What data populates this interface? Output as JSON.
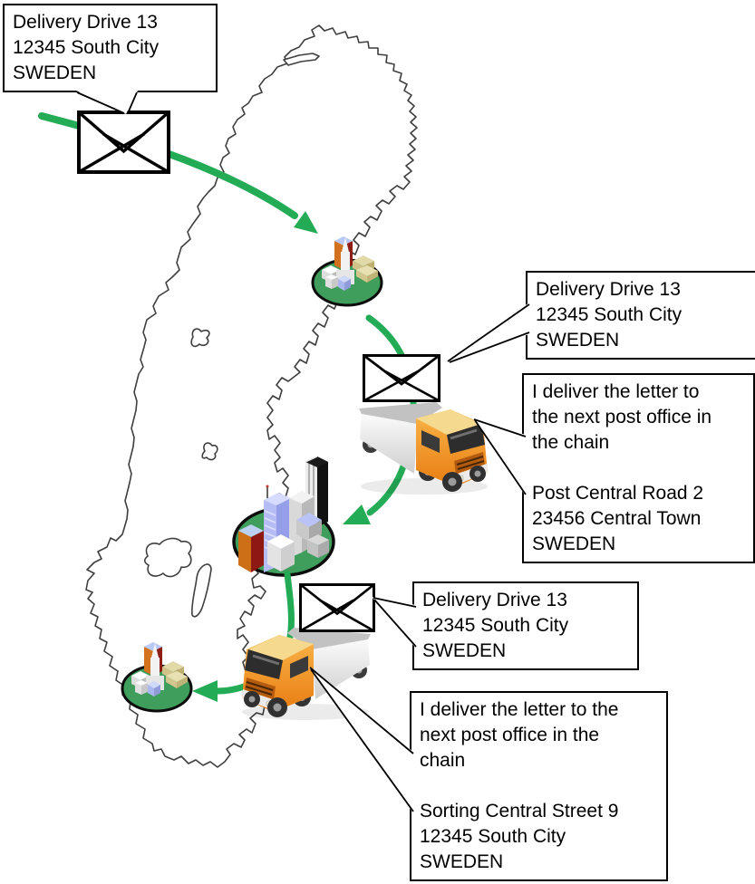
{
  "colors": {
    "arrow_green": "#23AB55",
    "city_ground_green": "#3F9E5B",
    "truck_orange": "#F29A2E",
    "map_outline_gray": "#3F3F3F",
    "callout_border": "#000000",
    "callout_background": "#FFFFFF"
  },
  "icons": {
    "envelope": "envelope-icon",
    "truck": "delivery-truck-icon",
    "city": "city-icon",
    "map": "sweden-map-outline",
    "arrow": "route-arrow-icon"
  },
  "callouts": {
    "origin_address": {
      "lines": [
        "Delivery Drive 13",
        "12345 South City",
        "SWEDEN"
      ]
    },
    "truck1_letter_address": {
      "lines": [
        "Delivery Drive 13",
        "12345 South City",
        "SWEDEN"
      ]
    },
    "truck1_speech": {
      "lines": [
        "I deliver the letter to",
        "the next post office in",
        "the chain",
        "",
        "Post Central Road 2",
        "23456 Central Town",
        "SWEDEN"
      ]
    },
    "truck2_letter_address": {
      "lines": [
        "Delivery Drive 13",
        "12345 South City",
        "SWEDEN"
      ]
    },
    "truck2_speech": {
      "lines": [
        "I deliver the letter to the",
        "next post office in the",
        "chain",
        "",
        "Sorting Central Street 9",
        "12345 South City",
        "SWEDEN"
      ]
    }
  }
}
